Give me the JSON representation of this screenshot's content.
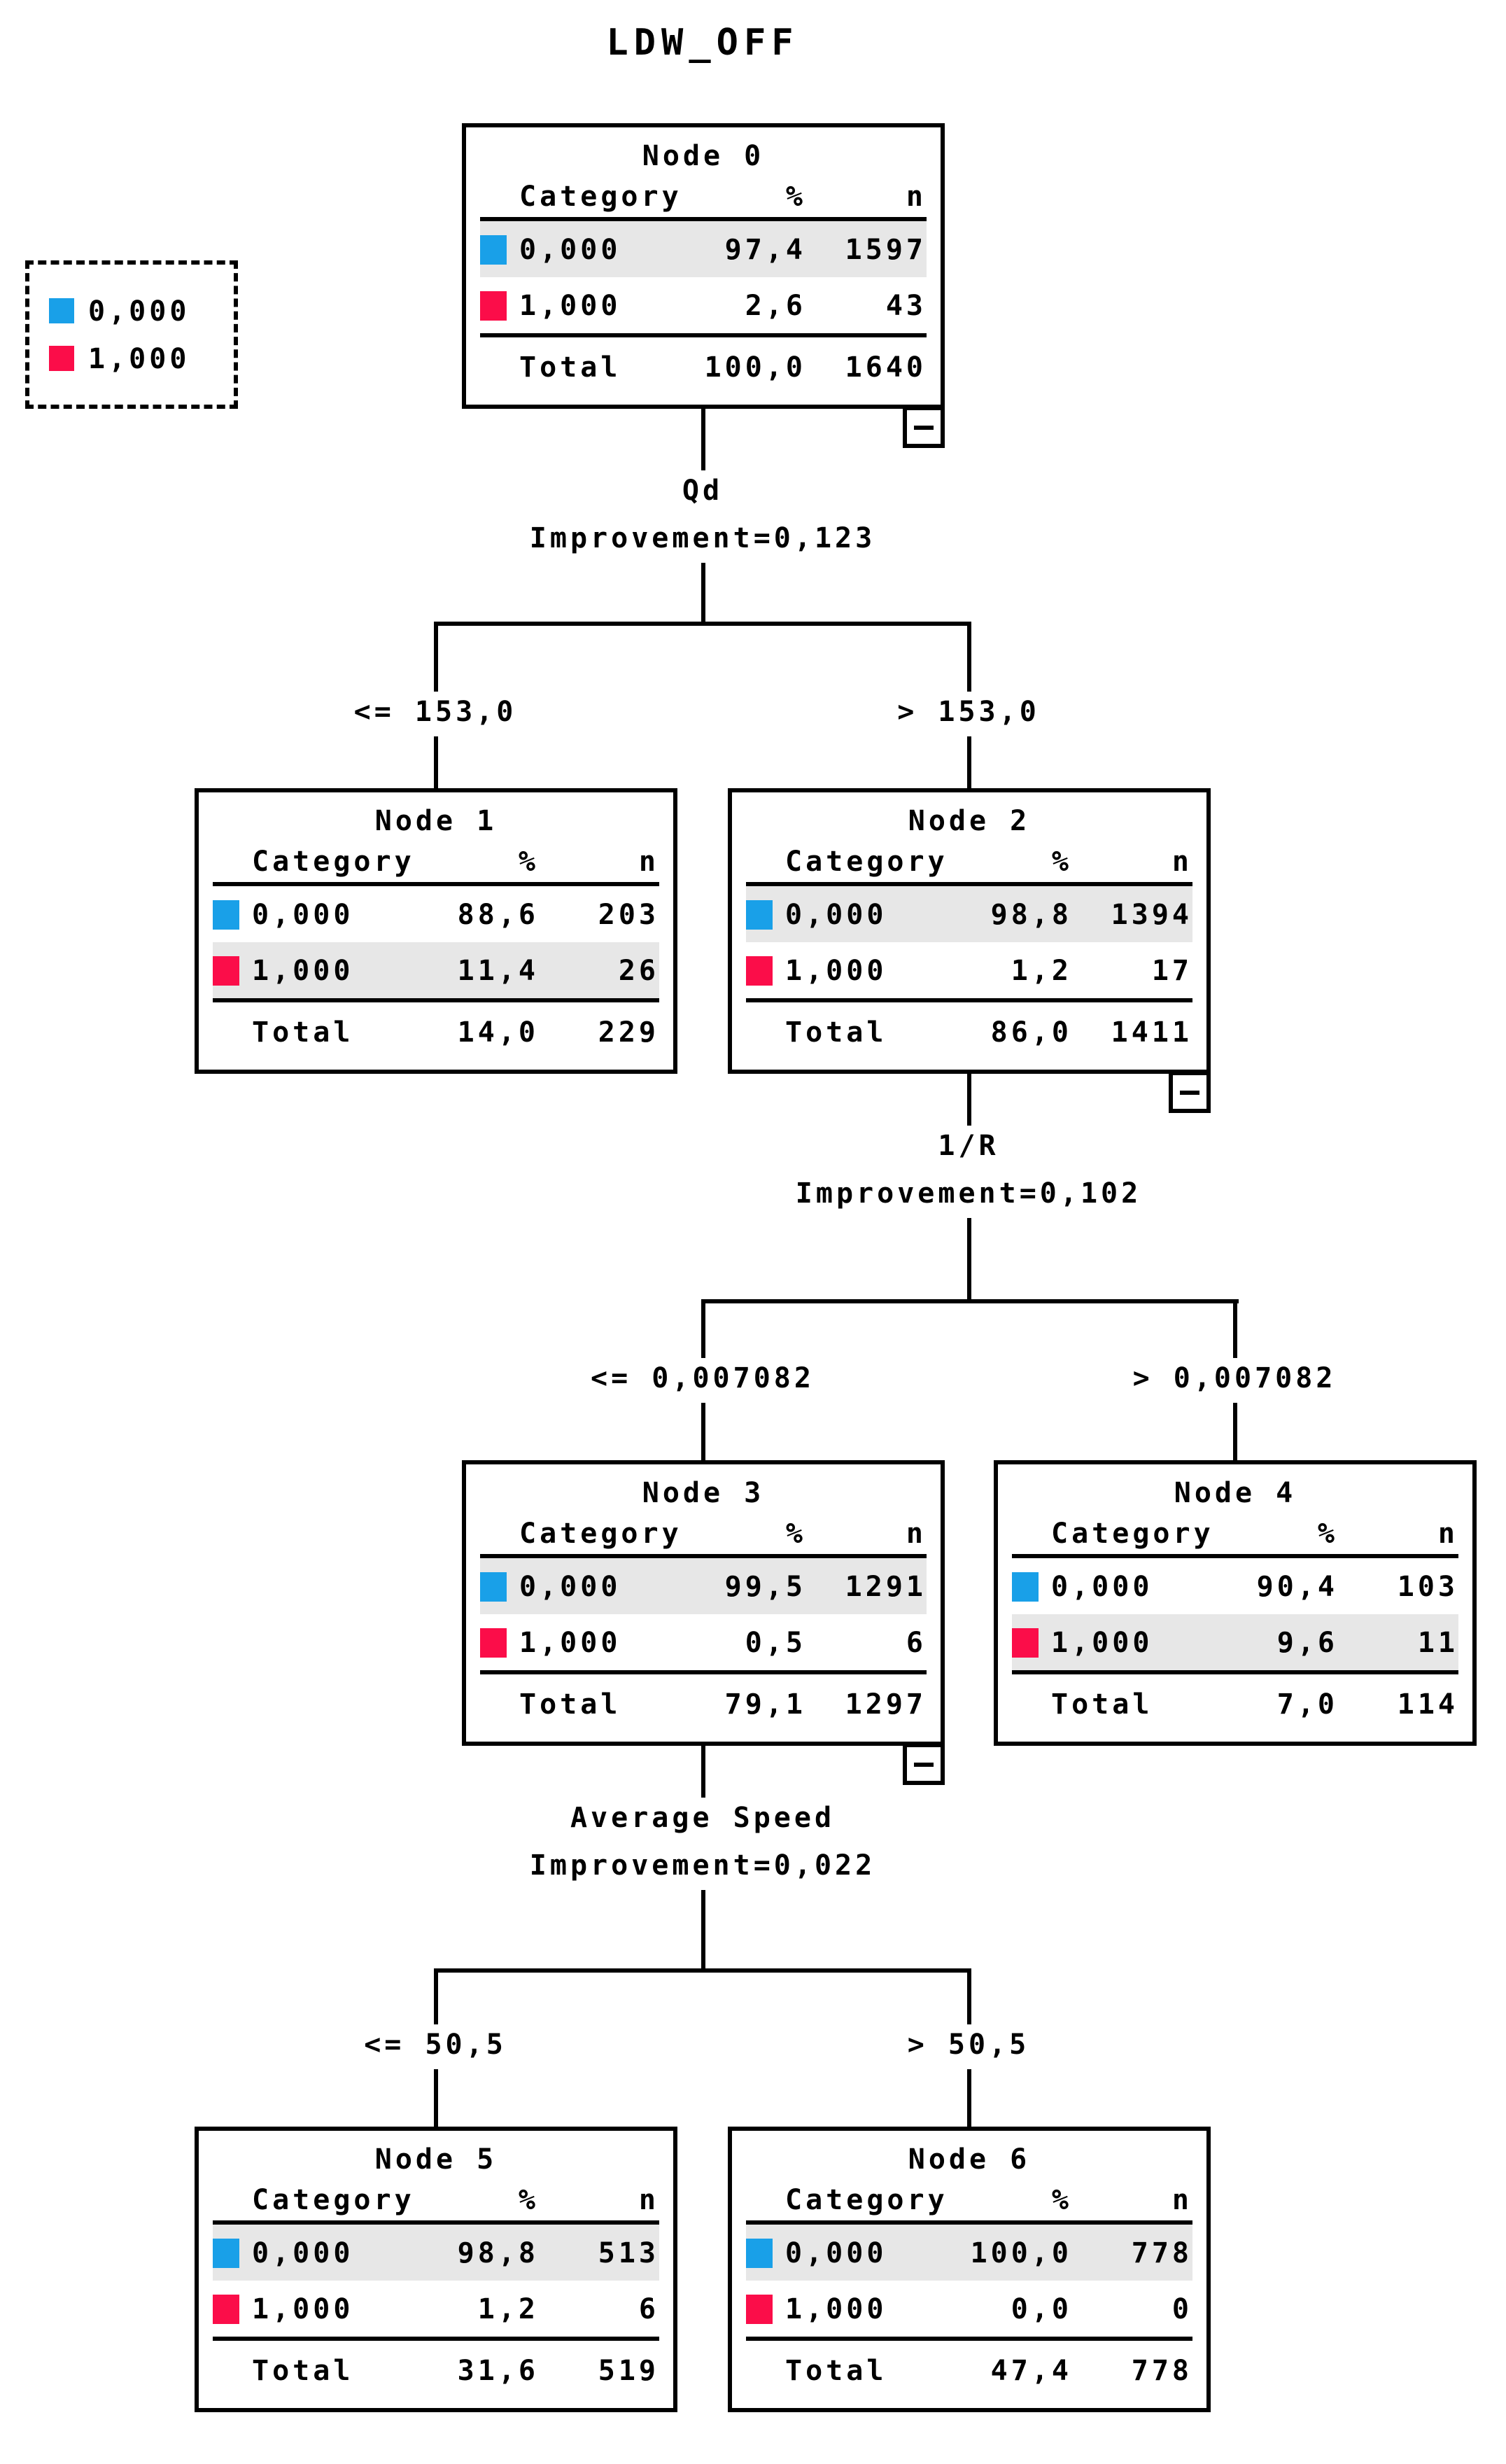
{
  "title": "LDW_OFF",
  "legend": {
    "items": [
      {
        "label": "0,000",
        "color": "#19a0e8"
      },
      {
        "label": "1,000",
        "color": "#fb0d49"
      }
    ]
  },
  "table_headers": {
    "category": "Category",
    "pct": "%",
    "n": "n"
  },
  "total_label": "Total",
  "icons": {
    "collapse": "minus-icon"
  },
  "nodes": [
    {
      "title": "Node 0",
      "collapse": true,
      "rows": [
        {
          "category": "0,000",
          "pct": "97,4",
          "n": "1597",
          "highlight": true
        },
        {
          "category": "1,000",
          "pct": "2,6",
          "n": "43",
          "highlight": false
        }
      ],
      "totals": {
        "pct": "100,0",
        "n": "1640"
      }
    },
    {
      "title": "Node 1",
      "collapse": false,
      "rows": [
        {
          "category": "0,000",
          "pct": "88,6",
          "n": "203",
          "highlight": false
        },
        {
          "category": "1,000",
          "pct": "11,4",
          "n": "26",
          "highlight": true
        }
      ],
      "totals": {
        "pct": "14,0",
        "n": "229"
      }
    },
    {
      "title": "Node 2",
      "collapse": true,
      "rows": [
        {
          "category": "0,000",
          "pct": "98,8",
          "n": "1394",
          "highlight": true
        },
        {
          "category": "1,000",
          "pct": "1,2",
          "n": "17",
          "highlight": false
        }
      ],
      "totals": {
        "pct": "86,0",
        "n": "1411"
      }
    },
    {
      "title": "Node 3",
      "collapse": true,
      "rows": [
        {
          "category": "0,000",
          "pct": "99,5",
          "n": "1291",
          "highlight": true
        },
        {
          "category": "1,000",
          "pct": "0,5",
          "n": "6",
          "highlight": false
        }
      ],
      "totals": {
        "pct": "79,1",
        "n": "1297"
      }
    },
    {
      "title": "Node 4",
      "collapse": false,
      "rows": [
        {
          "category": "0,000",
          "pct": "90,4",
          "n": "103",
          "highlight": false
        },
        {
          "category": "1,000",
          "pct": "9,6",
          "n": "11",
          "highlight": true
        }
      ],
      "totals": {
        "pct": "7,0",
        "n": "114"
      }
    },
    {
      "title": "Node 5",
      "collapse": false,
      "rows": [
        {
          "category": "0,000",
          "pct": "98,8",
          "n": "513",
          "highlight": true
        },
        {
          "category": "1,000",
          "pct": "1,2",
          "n": "6",
          "highlight": false
        }
      ],
      "totals": {
        "pct": "31,6",
        "n": "519"
      }
    },
    {
      "title": "Node 6",
      "collapse": false,
      "rows": [
        {
          "category": "0,000",
          "pct": "100,0",
          "n": "778",
          "highlight": true
        },
        {
          "category": "1,000",
          "pct": "0,0",
          "n": "0",
          "highlight": false
        }
      ],
      "totals": {
        "pct": "47,4",
        "n": "778"
      }
    }
  ],
  "splits": [
    {
      "variable": "Qd",
      "improvement": "Improvement=0,123",
      "left_label": "<= 153,0",
      "right_label": "> 153,0"
    },
    {
      "variable": "1/R",
      "improvement": "Improvement=0,102",
      "left_label": "<= 0,007082",
      "right_label": "> 0,007082"
    },
    {
      "variable": "Average Speed",
      "improvement": "Improvement=0,022",
      "left_label": "<= 50,5",
      "right_label": "> 50,5"
    }
  ]
}
